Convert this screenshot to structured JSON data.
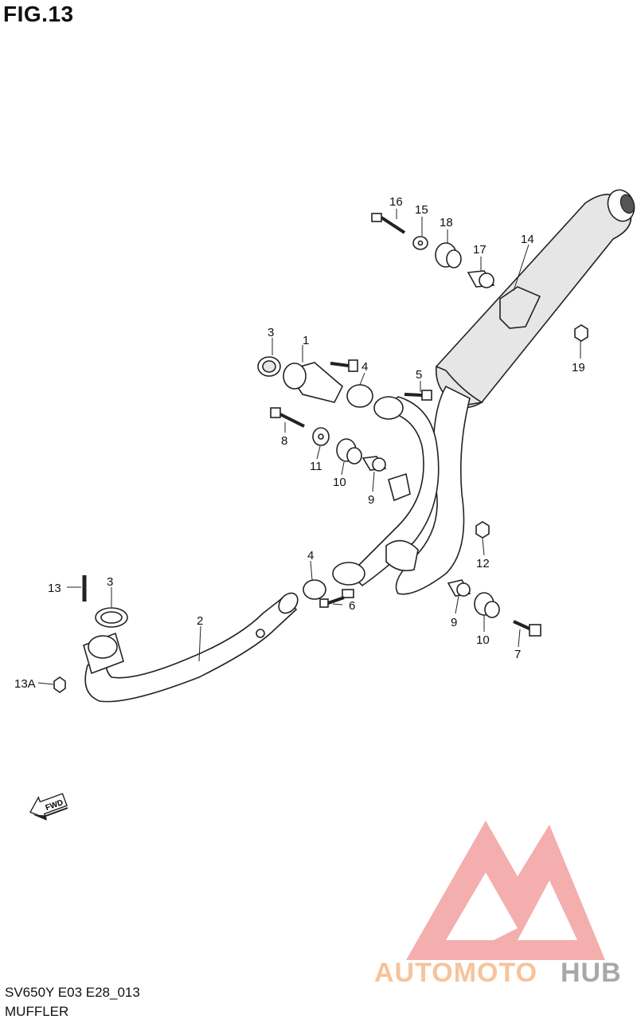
{
  "figure": {
    "title": "FIG.13",
    "model_code": "SV650Y E03 E28_013",
    "caption": "MUFFLER"
  },
  "direction_marker": {
    "label": "FWD",
    "icon": "forward-arrow-icon"
  },
  "callouts": [
    "1",
    "2",
    "3",
    "3",
    "4",
    "4",
    "5",
    "6",
    "7",
    "8",
    "9",
    "9",
    "10",
    "10",
    "11",
    "12",
    "13",
    "13A",
    "14",
    "15",
    "16",
    "17",
    "18",
    "19"
  ],
  "watermark": {
    "brand_part_1": "AUTOMOTO",
    "brand_part_2": "HUB",
    "colors": {
      "logo": "#f28c8c",
      "text_1": "#f6b98a",
      "text_2": "#9a9a9a"
    }
  }
}
